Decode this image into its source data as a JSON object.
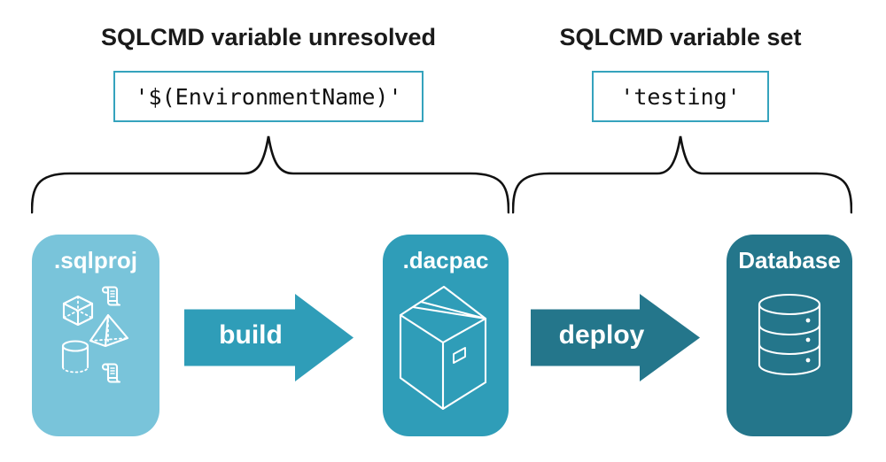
{
  "annotations": {
    "unresolved": {
      "heading": "SQLCMD variable unresolved",
      "code": "'$(EnvironmentName)'"
    },
    "set": {
      "heading": "SQLCMD variable set",
      "code": "'testing'"
    }
  },
  "nodes": {
    "sqlproj": {
      "label": ".sqlproj",
      "color": "#79C4DA",
      "icons": [
        "scroll-icon",
        "cube-icon",
        "pyramid-icon",
        "cylinder-icon",
        "scroll-icon"
      ]
    },
    "dacpac": {
      "label": ".dacpac",
      "color": "#2F9DB8",
      "icon": "package-icon"
    },
    "database": {
      "label": "Database",
      "color": "#24768B",
      "icon": "database-icon"
    }
  },
  "arrows": {
    "build": {
      "label": "build",
      "color": "#2F9DB8"
    },
    "deploy": {
      "label": "deploy",
      "color": "#24768B"
    }
  },
  "colors": {
    "background": "#FFFFFF",
    "heading_text": "#1A1A1A",
    "code_text": "#111111",
    "code_box_border": "#35A3BD",
    "brace": "#111111",
    "node_label": "#FFFFFF",
    "icon_stroke": "#FFFFFF"
  }
}
